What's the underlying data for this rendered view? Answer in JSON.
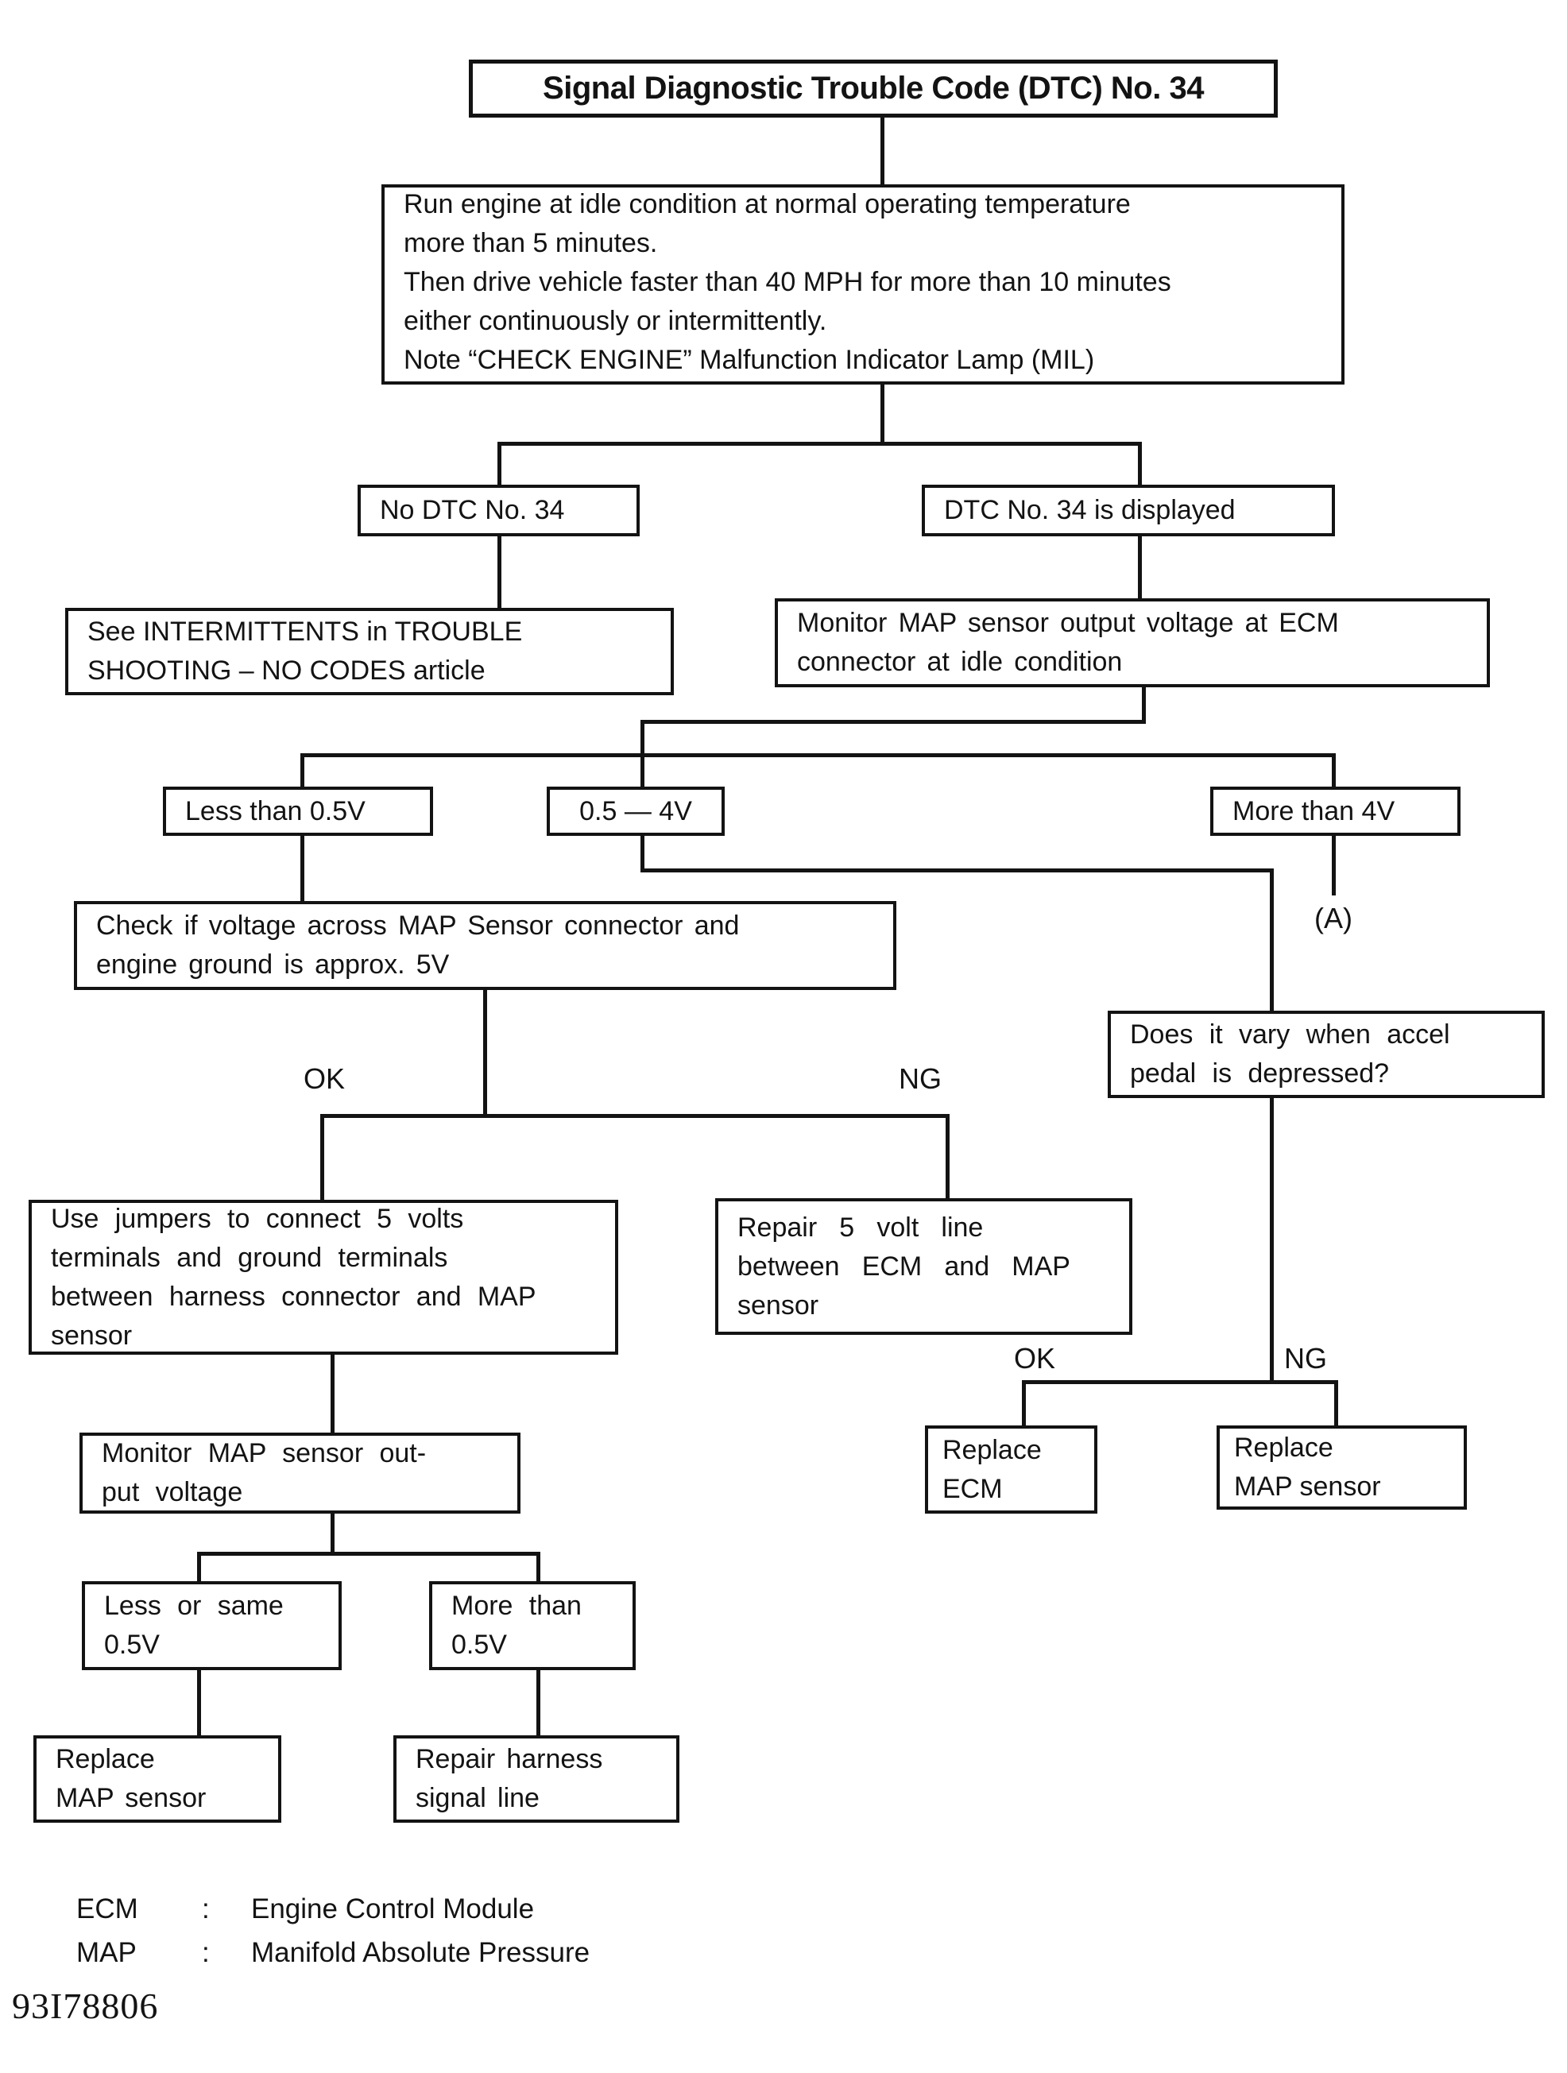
{
  "diagram": {
    "title": "Signal Diagnostic Trouble Code (DTC) No. 34",
    "nodes": {
      "instructions": "Run engine at idle condition at normal operating temperature\nmore than 5 minutes.\nThen drive vehicle faster than 40 MPH for more than 10 minutes\neither continuously or intermittently.\nNote “CHECK ENGINE” Malfunction Indicator Lamp (MIL)",
      "no_dtc": "No DTC No. 34",
      "dtc_displayed": "DTC No. 34 is displayed",
      "see_intermittents": "See INTERMITTENTS in TROUBLE\nSHOOTING – NO CODES article",
      "monitor_ecm": "Monitor MAP sensor output voltage at ECM\nconnector at idle condition",
      "less_than_05v": "Less than 0.5V",
      "between_05_4v": "0.5 — 4V",
      "more_than_4v": "More than 4V",
      "check_voltage": "Check if voltage across MAP Sensor connector and\nengine ground is approx. 5V",
      "does_it_vary": "Does it vary when accel\npedal is depressed?",
      "use_jumpers": "Use jumpers to connect 5 volts\nterminals and ground terminals\nbetween harness connector and MAP\nsensor",
      "repair_5v_line": "Repair 5 volt line\nbetween ECM and MAP\nsensor",
      "replace_ecm": "Replace\nECM",
      "replace_map_right": "Replace\nMAP sensor",
      "monitor_output": "Monitor MAP sensor out-\nput voltage",
      "less_or_same": "Less or same\n0.5V",
      "more_than_05v": "More than\n0.5V",
      "replace_map_left": "Replace\nMAP sensor",
      "repair_harness": "Repair harness\nsignal line"
    },
    "labels": {
      "ok_left": "OK",
      "ng_left": "NG",
      "ok_right": "OK",
      "ng_right": "NG",
      "a_ref": "(A)"
    },
    "legend": [
      {
        "abbr": "ECM",
        "sep": ":",
        "name": "Engine Control Module"
      },
      {
        "abbr": "MAP",
        "sep": ":",
        "name": "Manifold Absolute Pressure"
      }
    ],
    "doc_number": "93I78806",
    "colors": {
      "ink": "#131313",
      "paper": "#ffffff"
    }
  }
}
